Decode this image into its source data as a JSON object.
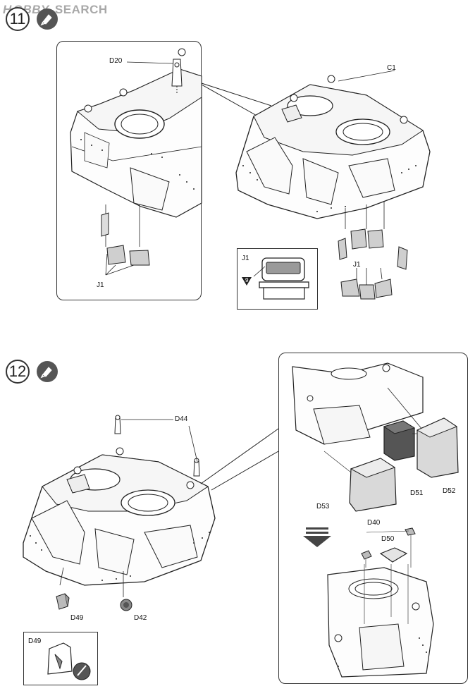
{
  "watermark": {
    "prefix": "H",
    "brand": "OBBY",
    "word": "SEARCH"
  },
  "step11": {
    "number": "11",
    "glue": "glue-tube-icon",
    "labels": {
      "d20": "D20",
      "c1": "C1",
      "j1_left": "J1",
      "j1_right": "J1",
      "inset_j1": "J1",
      "inset_ref": "9"
    }
  },
  "step12": {
    "number": "12",
    "glue": "glue-tube-icon",
    "labels": {
      "d44": "D44",
      "d49": "D49",
      "d42": "D42",
      "d51": "D51",
      "d52": "D52",
      "d53": "D53",
      "d40": "D40",
      "d50": "D50",
      "inset_d49": "D49"
    }
  },
  "colors": {
    "line": "#222222",
    "panel_fill": "#f4f4f4",
    "shade": "#b9b9b9",
    "dark_part": "#555555",
    "watermark": "#7a7a7a"
  }
}
